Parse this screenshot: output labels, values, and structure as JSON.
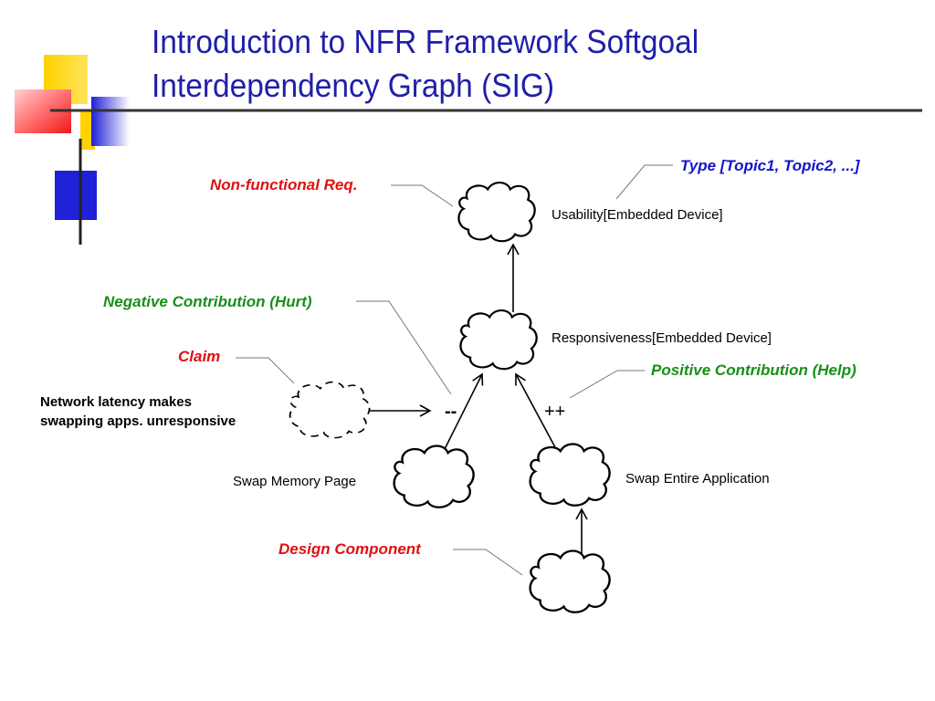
{
  "slide": {
    "title_line1": "Introduction to NFR Framework Softgoal",
    "title_line2": "Interdependency Graph (SIG)"
  },
  "colors": {
    "title": "#1f1fa8",
    "deco_yellow": "#ffd200",
    "deco_red": "#f01818",
    "deco_blue": "#2020d8",
    "annotation_red": "#e01010",
    "annotation_green": "#169016",
    "annotation_blue": "#1515c8"
  },
  "nodes": {
    "usability": "Usability[Embedded Device]",
    "responsiveness": "Responsiveness[Embedded Device]",
    "claim_line1": "Network latency makes",
    "claim_line2": "swapping apps. unresponsive",
    "swap_memory": "Swap Memory Page",
    "swap_entire": "Swap Entire Application"
  },
  "annotations": {
    "nfr": "Non-functional Req.",
    "type": "Type [Topic1, Topic2, ...]",
    "negative": "Negative Contribution (Hurt)",
    "claim": "Claim",
    "positive": "Positive Contribution (Help)",
    "design": "Design Component"
  },
  "contributions": {
    "hurt_symbol": "--",
    "help_symbol": "++"
  }
}
